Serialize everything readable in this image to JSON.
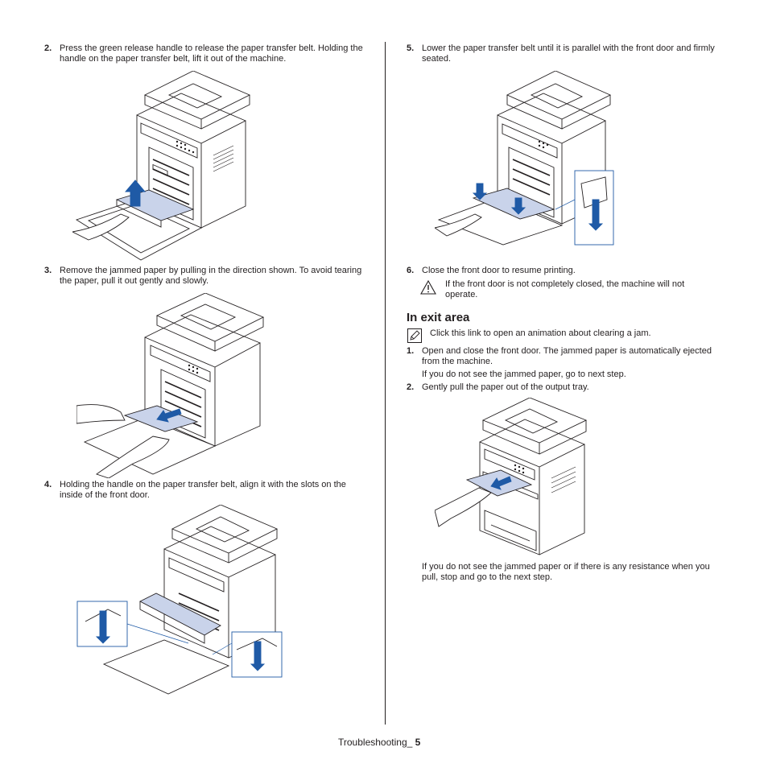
{
  "left_column": {
    "step2": {
      "number": "2.",
      "text": "Press the green release handle to release the paper transfer belt. Holding the handle on the paper transfer belt, lift it out of the machine."
    },
    "step3": {
      "number": "3.",
      "text": "Remove the jammed paper by pulling in the direction shown. To avoid tearing the paper, pull it out gently and slowly."
    },
    "step4": {
      "number": "4.",
      "text": "Holding the handle on the paper transfer belt, align it with the slots on the inside of the front door."
    }
  },
  "right_column": {
    "step5": {
      "number": "5.",
      "text": "Lower the paper transfer belt until it is parallel with the front door and firmly seated."
    },
    "step6": {
      "number": "6.",
      "text": "Close the front door to resume printing."
    },
    "caution_text": "If the front door is not completely closed, the machine will not operate.",
    "section_heading": "In exit area",
    "animation_note": "Click this link to open an animation about clearing a jam.",
    "exit_step1": {
      "number": "1.",
      "text": "Open and close the front door. The jammed paper is automatically ejected from the machine."
    },
    "exit_step1_sub": "If you do not see the jammed paper, go to next step.",
    "exit_step2": {
      "number": "2.",
      "text": "Gently pull the paper out of the output tray."
    },
    "final_text": "If you do not see the jammed paper or if there is any resistance when you pull, stop and go to the next step."
  },
  "footer": {
    "label": "Troubleshooting_",
    "page": "5"
  },
  "colors": {
    "arrow_blue": "#1f5aa6",
    "line": "#231f20",
    "paper": "#c9d3ea"
  },
  "icons": [
    "caution-icon",
    "animation-note-icon"
  ]
}
